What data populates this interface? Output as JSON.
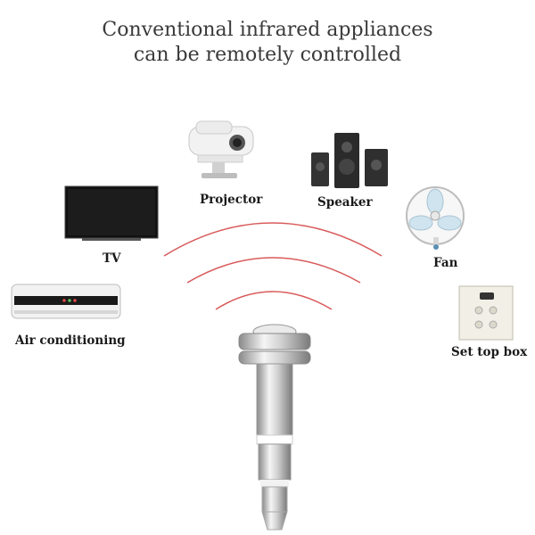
{
  "title": {
    "line1": "Conventional infrared appliances",
    "line2": "can be remotely controlled"
  },
  "appliances": {
    "projector": "Projector",
    "speaker": "Speaker",
    "tv": "TV",
    "fan": "Fan",
    "air_conditioning": "Air conditioning",
    "set_top_box": "Set top box"
  },
  "colors": {
    "signal_arc": "#d95a5a",
    "text": "#1a1a1a"
  }
}
